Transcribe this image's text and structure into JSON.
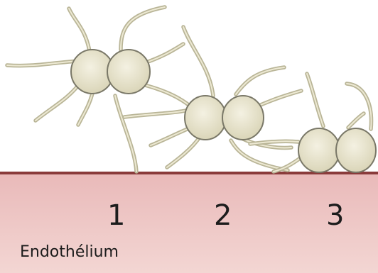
{
  "tissue": {
    "label": "Endothélium",
    "fill_color": "#ecc2c2",
    "surface_color": "#8a3b3b"
  },
  "cells": {
    "fill_color": "#e6e2cc",
    "outline_color": "#7a7868",
    "fiber_color": "#c8c4a6"
  },
  "steps": [
    {
      "label": "1"
    },
    {
      "label": "2"
    },
    {
      "label": "3"
    }
  ]
}
